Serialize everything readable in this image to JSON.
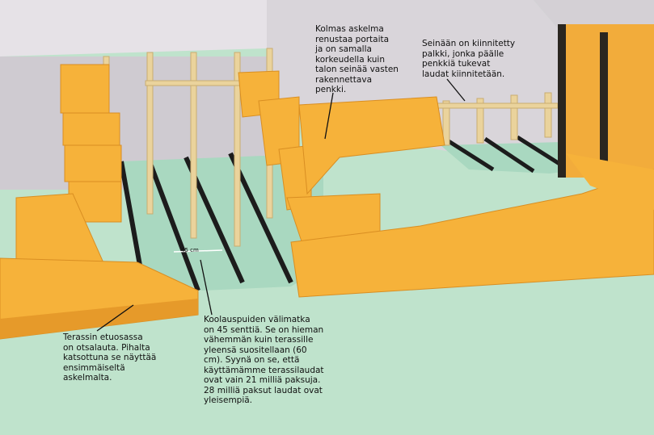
{
  "annotations": {
    "steps": "Kolmas askelma\nrenustaa portaita\nja on samalla\nkorkeudella kuin\ntalon seinää vasten\nrakennettava\npenkki.",
    "beam": "Seinään on kiinnitetty\npalkki, jonka päälle\npenkkiä tukevat\nlaudat kiinnitetään.",
    "fascia": "Terassin etuosassa\non otsalauta. Pihalta\nkatsottuna se näyttää\nensimmäiseltä\naskelmalta.",
    "joist": "Koolauspuiden välimatka\non 45  senttiä. Se on hieman\nvähemmän kuin terassille\nyleensä suositellaan (60\ncm). Syynä on se, että\nkäyttämämme terassilaudat\novat vain 21 milliä paksuja.\n28  milliä paksut laudat ovat\nyleisempiä.",
    "dimension": "45 cm"
  },
  "colors": {
    "ground": "#bfe3cc",
    "wood": "#f6b23a",
    "wood_dark": "#d98e22",
    "frame": "#e8cf97",
    "wall": "#d8d4d8",
    "joist_shadow": "#1c1c1c"
  }
}
